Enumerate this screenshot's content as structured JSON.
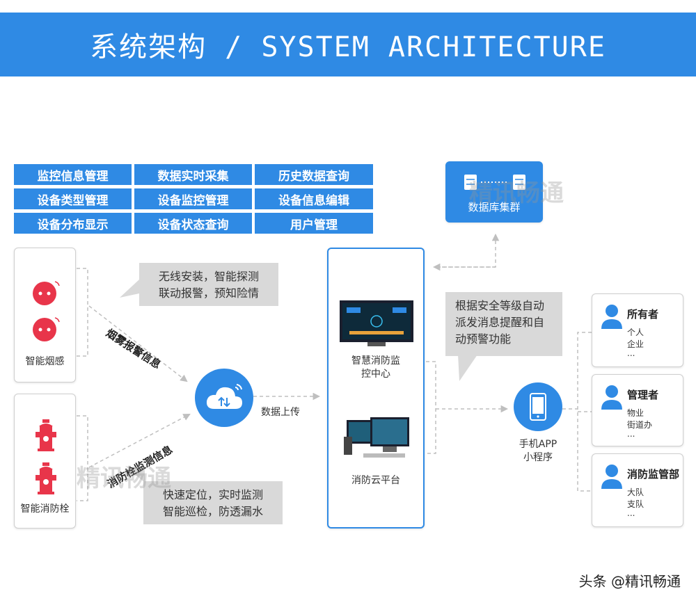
{
  "header": {
    "title": "系统架构 / SYSTEM ARCHITECTURE"
  },
  "features": [
    [
      "监控信息管理",
      "数据实时采集",
      "历史数据查询"
    ],
    [
      "设备类型管理",
      "设备监控管理",
      "设备信息编辑"
    ],
    [
      "设备分布显示",
      "设备状态查询",
      "用户管理"
    ]
  ],
  "devices": {
    "smoke": "智能烟感",
    "hydrant": "智能消防栓"
  },
  "bubbles": {
    "smoke_lines": [
      "无线安装，智能探测",
      "联动报警，预知险情"
    ],
    "hydrant_lines": [
      "快速定位，实时监测",
      "智能巡检，防透漏水"
    ],
    "alert_lines": [
      "根据安全等级自动",
      "派发消息提醒和自",
      "动预警功能"
    ]
  },
  "flows": {
    "smoke_info": "烟雾报警信息",
    "hydrant_info": "消防栓监测信息",
    "upload": "数据上传"
  },
  "database": {
    "label": "数据库集群"
  },
  "center": {
    "monitor_lines": [
      "智慧消防监",
      "控中心"
    ],
    "cloud": "消防云平台"
  },
  "app": {
    "lines": [
      "手机APP",
      "小程序"
    ]
  },
  "roles": [
    {
      "title": "所有者",
      "items": [
        "个人",
        "企业",
        "..."
      ]
    },
    {
      "title": "管理者",
      "items": [
        "物业",
        "街道办",
        "..."
      ]
    },
    {
      "title": "消防监管部",
      "items": [
        "大队",
        "支队",
        "..."
      ]
    }
  ],
  "watermark": {
    "text": "精讯畅通"
  },
  "footer": {
    "text": "头条 @精讯畅通"
  },
  "colors": {
    "primary": "#2f8ae4",
    "bubble": "#d9d9d9",
    "device_red": "#e8354a"
  }
}
